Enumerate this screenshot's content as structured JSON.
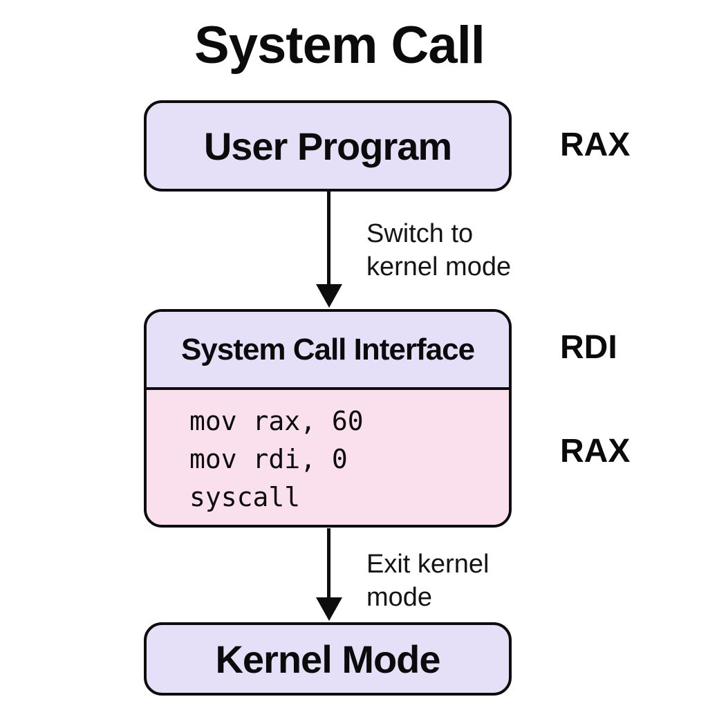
{
  "title": "System Call",
  "nodes": {
    "user_program": {
      "label": "User Program"
    },
    "syscall_interface": {
      "header": "System Call Interface",
      "code_lines": [
        "mov rax, 60",
        "mov rdi, 0",
        "syscall"
      ]
    },
    "kernel_mode": {
      "label": "Kernel Mode"
    }
  },
  "edges": {
    "switch": "Switch to kernel mode",
    "exit": "Exit kernel mode"
  },
  "registers": [
    "RAX",
    "RDI",
    "RAX"
  ],
  "colors": {
    "lavender": "#e5e0f7",
    "pink": "#fae0ed",
    "border": "#0d0d0d"
  }
}
